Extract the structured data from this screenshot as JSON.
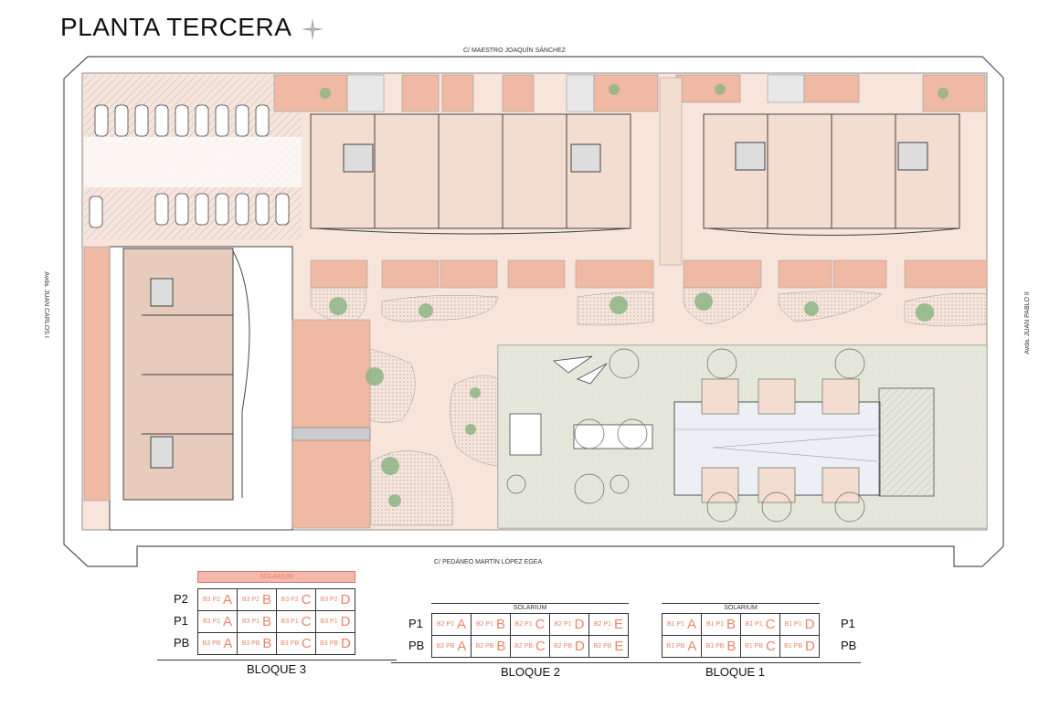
{
  "title": "PLANTA TERCERA",
  "compass_icon": "compass-rose-icon",
  "streets": {
    "north": "C/ MAESTRO JOAQUÍN SÁNCHEZ",
    "south": "C/ PEDÁNEO MARTÍN LÓPEZ EGEA",
    "west": "Avda. JUAN CARLOS I",
    "east": "Avda. JUAN PABLO II"
  },
  "colors": {
    "salmon": "#f0b9a3",
    "paving": "#f3ddd1",
    "green_tile": "#dbe8d8",
    "pool": "#ecf0f4",
    "gravel": "#dcdcdc",
    "unit_text": "#e9866a",
    "solarium_band": "#f6b7ac"
  },
  "legend": {
    "solarium": "SOLARIUM",
    "blocks": [
      {
        "name": "BLOQUE 3",
        "rows": [
          {
            "label": "P2",
            "units": [
              {
                "code": "B3 P2",
                "letter": "A"
              },
              {
                "code": "B3 P2",
                "letter": "B"
              },
              {
                "code": "B3 P2",
                "letter": "C"
              },
              {
                "code": "B3 P2",
                "letter": "D"
              }
            ]
          },
          {
            "label": "P1",
            "units": [
              {
                "code": "B3 P1",
                "letter": "A"
              },
              {
                "code": "B3 P1",
                "letter": "B"
              },
              {
                "code": "B3 P1",
                "letter": "C"
              },
              {
                "code": "B3 P1",
                "letter": "D"
              }
            ]
          },
          {
            "label": "PB",
            "units": [
              {
                "code": "B3 PB",
                "letter": "A"
              },
              {
                "code": "B3 PB",
                "letter": "B"
              },
              {
                "code": "B3 PB",
                "letter": "C"
              },
              {
                "code": "B3 PB",
                "letter": "D"
              }
            ]
          }
        ]
      },
      {
        "name": "BLOQUE 2",
        "rows": [
          {
            "label": "P1",
            "units": [
              {
                "code": "B2 P1",
                "letter": "A"
              },
              {
                "code": "B2 P1",
                "letter": "B"
              },
              {
                "code": "B2 P1",
                "letter": "C"
              },
              {
                "code": "B2 P1",
                "letter": "D"
              },
              {
                "code": "B2 P1",
                "letter": "E"
              }
            ]
          },
          {
            "label": "PB",
            "units": [
              {
                "code": "B2 PB",
                "letter": "A"
              },
              {
                "code": "B2 PB",
                "letter": "B"
              },
              {
                "code": "B2 PB",
                "letter": "C"
              },
              {
                "code": "B2 PB",
                "letter": "D"
              },
              {
                "code": "B2 PB",
                "letter": "E"
              }
            ]
          }
        ]
      },
      {
        "name": "BLOQUE 1",
        "rows": [
          {
            "label": "P1",
            "units": [
              {
                "code": "B1 P1",
                "letter": "A"
              },
              {
                "code": "B1 P1",
                "letter": "B"
              },
              {
                "code": "B1 P1",
                "letter": "C"
              },
              {
                "code": "B1 P1",
                "letter": "D"
              }
            ]
          },
          {
            "label": "PB",
            "units": [
              {
                "code": "B1 PB",
                "letter": "A"
              },
              {
                "code": "B1 PB",
                "letter": "B"
              },
              {
                "code": "B1 PB",
                "letter": "C"
              },
              {
                "code": "B1 PB",
                "letter": "D"
              }
            ]
          }
        ]
      }
    ]
  }
}
